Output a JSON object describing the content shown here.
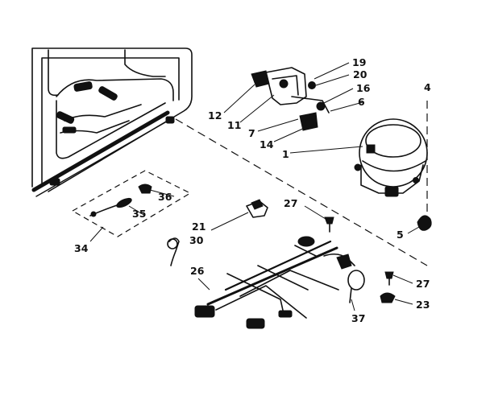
{
  "figure": {
    "background": "#ffffff",
    "ink_color": "#111111",
    "callouts": [
      {
        "id": "c19",
        "text": "19"
      },
      {
        "id": "c20",
        "text": "20"
      },
      {
        "id": "c16",
        "text": "16"
      },
      {
        "id": "c6",
        "text": "6"
      },
      {
        "id": "c12",
        "text": "12"
      },
      {
        "id": "c11",
        "text": "11"
      },
      {
        "id": "c7",
        "text": "7"
      },
      {
        "id": "c14",
        "text": "14"
      },
      {
        "id": "c1",
        "text": "1"
      },
      {
        "id": "c4",
        "text": "4"
      },
      {
        "id": "c36",
        "text": "36"
      },
      {
        "id": "c35",
        "text": "35"
      },
      {
        "id": "c34",
        "text": "34"
      },
      {
        "id": "c27a",
        "text": "27"
      },
      {
        "id": "c21",
        "text": "21"
      },
      {
        "id": "c30",
        "text": "30"
      },
      {
        "id": "c5",
        "text": "5"
      },
      {
        "id": "c26",
        "text": "26"
      },
      {
        "id": "c27b",
        "text": "27"
      },
      {
        "id": "c23",
        "text": "23"
      },
      {
        "id": "c37",
        "text": "37"
      }
    ]
  }
}
